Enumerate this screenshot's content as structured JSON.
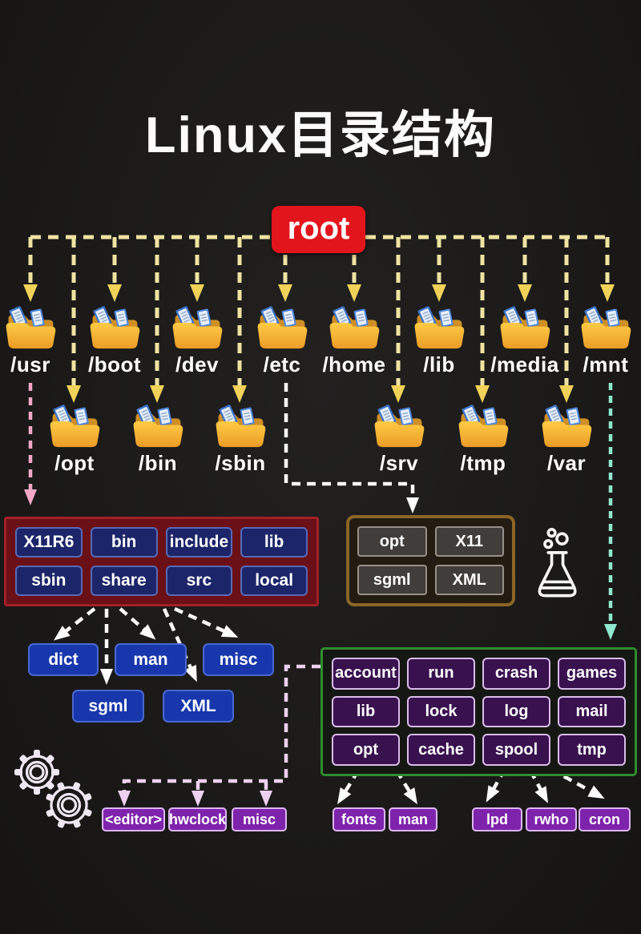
{
  "title": "Linux目录结构",
  "root": {
    "label": "root"
  },
  "tree": {
    "row1": [
      "/usr",
      "/boot",
      "/dev",
      "/etc",
      "/home",
      "/lib",
      "/media",
      "/mnt"
    ],
    "row2": [
      "/opt",
      "/bin",
      "/sbin",
      "/srv",
      "/tmp",
      "/var"
    ]
  },
  "usr_box": {
    "items": [
      "X11R6",
      "bin",
      "include",
      "lib",
      "sbin",
      "share",
      "src",
      "local"
    ]
  },
  "etc_box": {
    "items": [
      "opt",
      "X11",
      "sgml",
      "XML"
    ]
  },
  "share_children": {
    "row1": [
      "dict",
      "man",
      "misc"
    ],
    "row2": [
      "sgml",
      "XML"
    ]
  },
  "var_box": {
    "items": [
      "account",
      "run",
      "crash",
      "games",
      "lib",
      "lock",
      "log",
      "mail",
      "opt",
      "cache",
      "spool",
      "tmp"
    ]
  },
  "bottom": {
    "editor_group": [
      "<editor>",
      "hwclock",
      "misc"
    ],
    "fonts_group": [
      "fonts",
      "man"
    ],
    "spool_group": [
      "lpd",
      "rwho",
      "cron"
    ]
  },
  "icons": {
    "folder": "open-folder-with-documents",
    "flask": "erlenmeyer-flask",
    "gears": "two-gears"
  },
  "colors": {
    "background": "#1d1c1a",
    "root_red": "#e3151c",
    "line_yellow": "#f0e3a2",
    "arrow_yellow": "#f0d258",
    "line_white": "#fafafa",
    "line_pink": "#f4a8c8",
    "line_teal": "#8fe8cf",
    "line_lavender": "#eed0f0",
    "usr_box_bg": "#6a1016",
    "usr_box_border": "#a32028",
    "usr_btn_bg": "#1c2569",
    "etc_box_border": "#8a6526",
    "etc_btn_bg": "#403d3a",
    "blue_node_bg": "#1837ac",
    "var_box_border": "#2e8d2e",
    "var_btn_bg": "#39114f",
    "purple_node_bg": "#7e23ac",
    "folder_yellow": "#f5b32d",
    "doc_blue": "#4e86dc"
  }
}
